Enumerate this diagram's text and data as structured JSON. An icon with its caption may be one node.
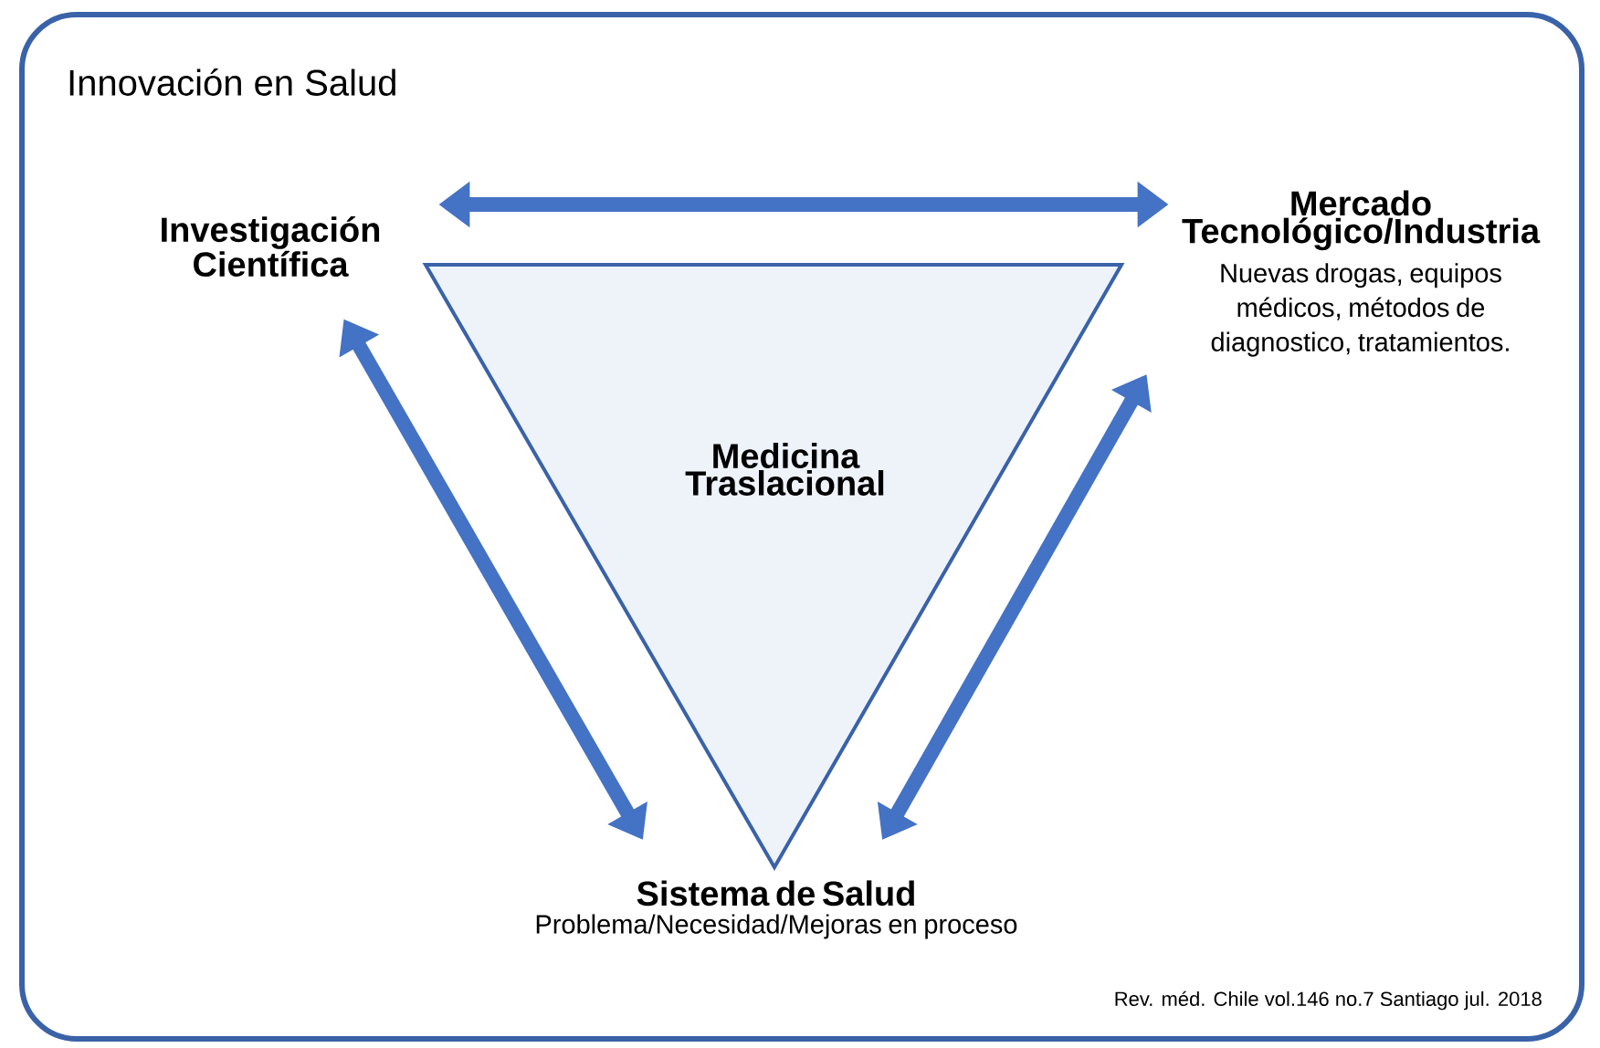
{
  "diagram": {
    "title": "Innovación en Salud",
    "nodes": [
      {
        "text": [
          "Investigación Científica"
        ]
      },
      {
        "text": [
          "Mercado Tecnológico/Industria",
          "Nuevas drogas, equipos médicos, métodos de diagnostico, tratamientos."
        ]
      },
      {
        "text": [
          "Medicina Traslacional"
        ]
      },
      {
        "text": [
          "Sistema de Salud",
          "Problema/Necesidad/Mejoras en proceso"
        ]
      }
    ],
    "edges": [
      {
        "from": 0,
        "to": 1,
        "arrow": "both"
      },
      {
        "from": 0,
        "to": 3,
        "arrow": "both"
      },
      {
        "from": 1,
        "to": 3,
        "arrow": "both"
      }
    ],
    "labels": [
      "Rev. méd. Chile vol.146 no.7 Santiago jul. 2018"
    ]
  }
}
